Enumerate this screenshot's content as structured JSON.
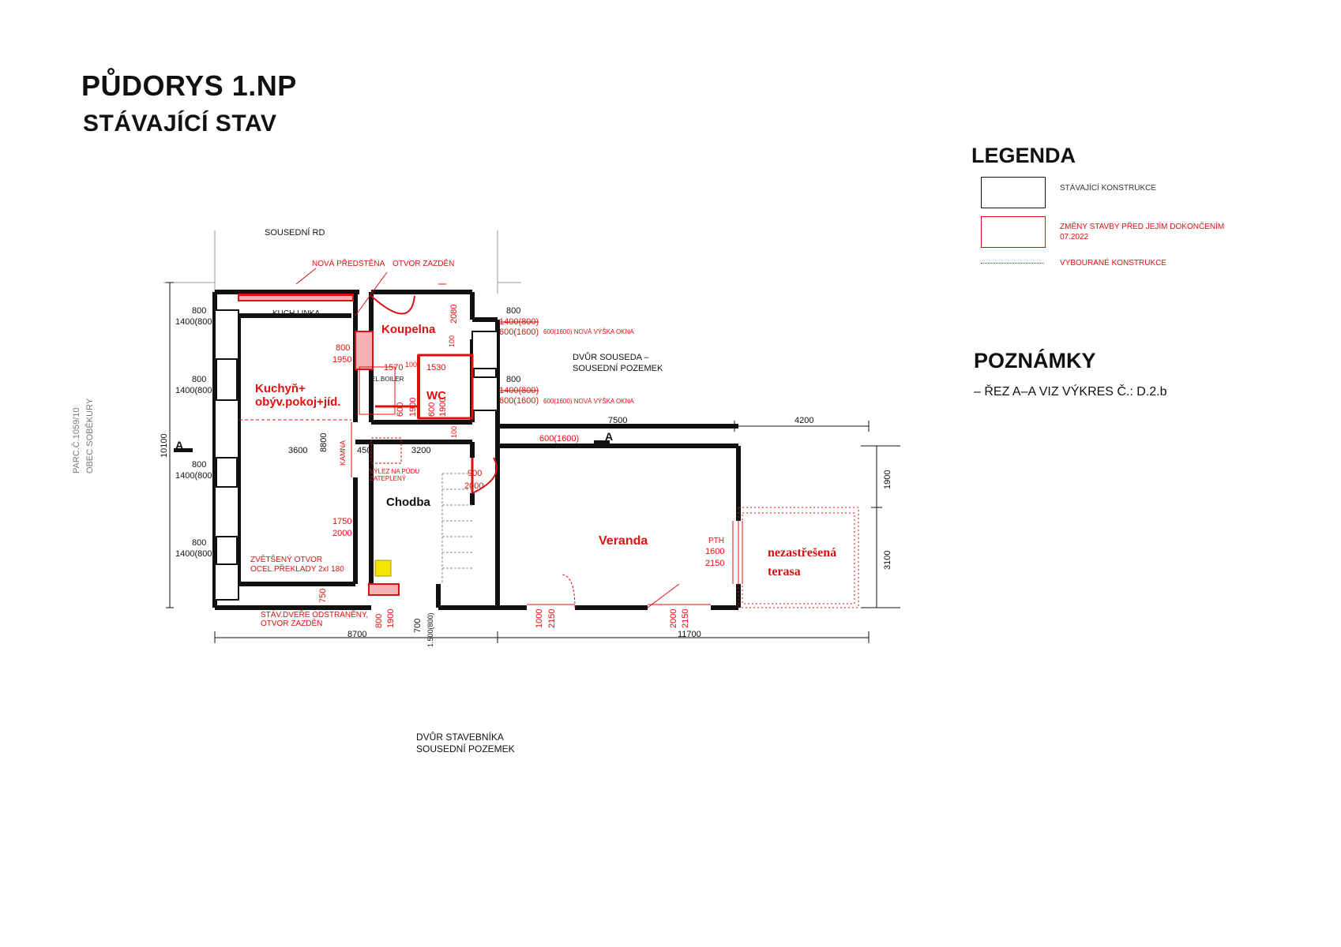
{
  "title": "PŮDORYS 1.NP",
  "subtitle": "STÁVAJÍCÍ STAV",
  "legend": {
    "heading": "LEGENDA",
    "items": [
      {
        "label": "STÁVAJÍCÍ KONSTRUKCE",
        "color": "#111111"
      },
      {
        "label": "ZMĚNY STAVBY PŘED JEJÍM DOKONČENÍM",
        "label2": "07.2022",
        "color": "#e01010"
      },
      {
        "label": "VYBOURANÉ KONSTRUKCE",
        "color": "#e01010"
      }
    ]
  },
  "notes": {
    "heading": "POZNÁMKY",
    "items": [
      "– ŘEZ A–A VIZ VÝKRES Č.: D.2.b"
    ]
  },
  "plan": {
    "neighbor_top": "SOUSEDNÍ RD",
    "nova_predstena": "NOVÁ PŘEDSTĚNA",
    "otvor_zazden": "OTVOR ZAZDĚN",
    "kuch_linka": "KUCH.LINKA",
    "koupelna": "Koupelna",
    "kuchyn_1": "Kuchyň+",
    "kuchyn_2": "obýv.pokoj+jíd.",
    "wc": "WC",
    "el_boiler": "EL.BOILER",
    "chodba": "Chodba",
    "veranda": "Veranda",
    "terasa_1": "nezastřešená",
    "terasa_2": "terasa",
    "dvur_souseda_1": "DVŮR SOUSEDA –",
    "dvur_souseda_2": "SOUSEDNÍ POZEMEK",
    "vylez_1": "VÝLEZ NA PŮDU",
    "vylez_2": "ZATEPLENÝ",
    "kamna": "KAMNA",
    "zvetseny_1": "ZVĚTŠENÝ OTVOR",
    "zvetseny_2": "OCEL.PŘEKLADY 2xI 180",
    "stav_dvere_1": "STÁV.DVEŘE ODSTRANĚNY,",
    "stav_dvere_2": "OTVOR ZAZDĚN",
    "parcel_1": "PARC.Č.1059/10",
    "parcel_2": "OBEC SOBĚKURY",
    "dvur_stavebnika_1": "DVŮR STAVEBNÍKA",
    "dvur_stavebnika_2": "SOUSEDNÍ POZEMEK",
    "section_mark": "A",
    "window_note": "600(1600) NOVÁ VÝŠKA OKNA",
    "pth": "PTH"
  },
  "dims": {
    "d10100": "10100",
    "d8700": "8700",
    "d11700": "11700",
    "d7500": "7500",
    "d4200": "4200",
    "d1900": "1900",
    "d3100": "3100",
    "d3600": "3600",
    "d3200": "3200",
    "d8800": "8800",
    "d450": "450",
    "d800": "800",
    "d1400_800": "1400(800)",
    "d1950": "1950",
    "d1570": "1570",
    "d100": "100",
    "d1530": "1530",
    "d2080": "2080",
    "d600": "600",
    "d1900b": "1900",
    "d900": "900",
    "d2000": "2000",
    "d1750": "1750",
    "d2000b": "2000",
    "d750": "750",
    "d600_1600": "600(1600)",
    "d1600": "1600",
    "d2150": "2150",
    "d1000": "1000",
    "d700": "700",
    "d1500_800": "1.500(800)",
    "d1400_800_strike": "1400(800)"
  }
}
